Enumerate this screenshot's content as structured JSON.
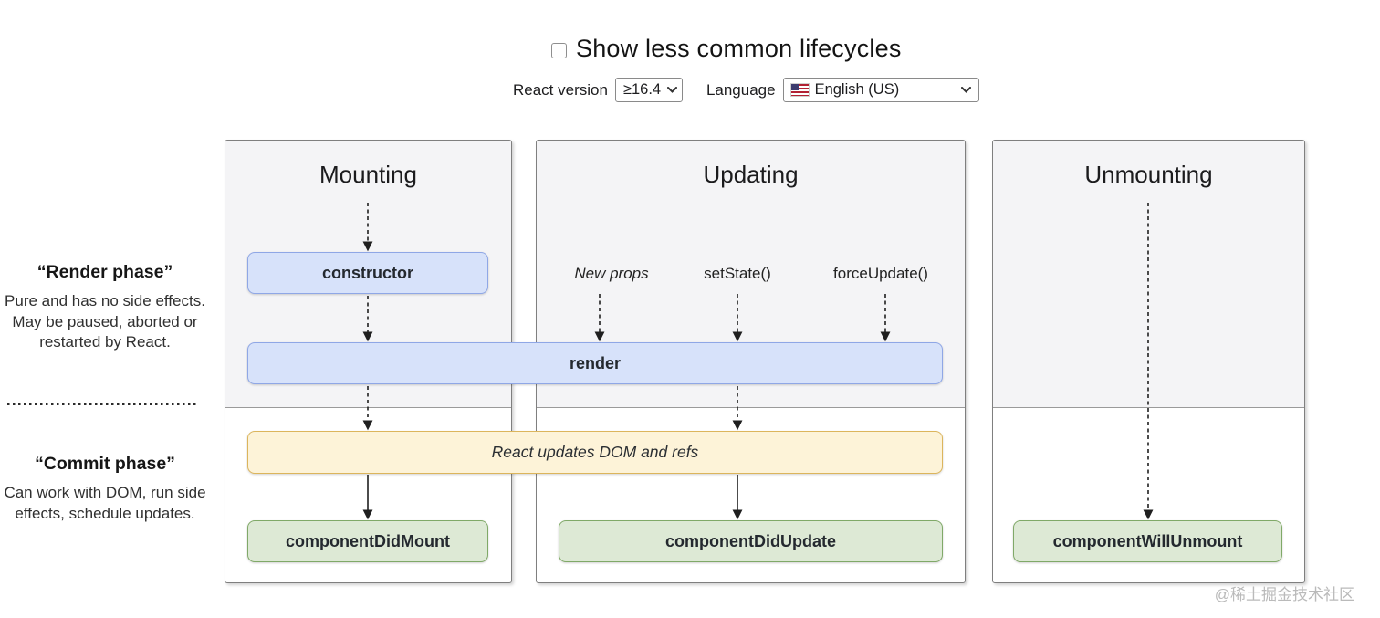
{
  "header": {
    "checkbox_label": "Show less common lifecycles",
    "checkbox_checked": false,
    "react_version_label": "React version",
    "react_version_value": "≥16.4",
    "language_label": "Language",
    "language_value": "English (US)",
    "language_flag_icon": "us-flag-icon"
  },
  "phases": {
    "render": {
      "title": "“Render phase”",
      "description": "Pure and has no side effects. May be paused, aborted or restarted by React."
    },
    "commit": {
      "title": "“Commit phase”",
      "description": "Can work with DOM, run side effects, schedule updates."
    }
  },
  "columns": [
    {
      "title": "Mounting"
    },
    {
      "title": "Updating"
    },
    {
      "title": "Unmounting"
    }
  ],
  "boxes": {
    "constructor": "constructor",
    "render": "render",
    "react_updates": "React updates DOM and refs",
    "did_mount": "componentDidMount",
    "did_update": "componentDidUpdate",
    "will_unmount": "componentWillUnmount"
  },
  "triggers": {
    "new_props": "New props",
    "set_state": "setState()",
    "force_update": "forceUpdate()"
  },
  "watermark": {
    "text": "@稀土掘金技术社区"
  },
  "colors": {
    "render_phase_bg": "#f4f4f6",
    "blue_fill": "#d7e2fa",
    "blue_border": "#8fa7e6",
    "green_fill": "#dde9d5",
    "green_border": "#80a968",
    "yellow_fill": "#fdf3d8",
    "yellow_border": "#dcb55c"
  }
}
